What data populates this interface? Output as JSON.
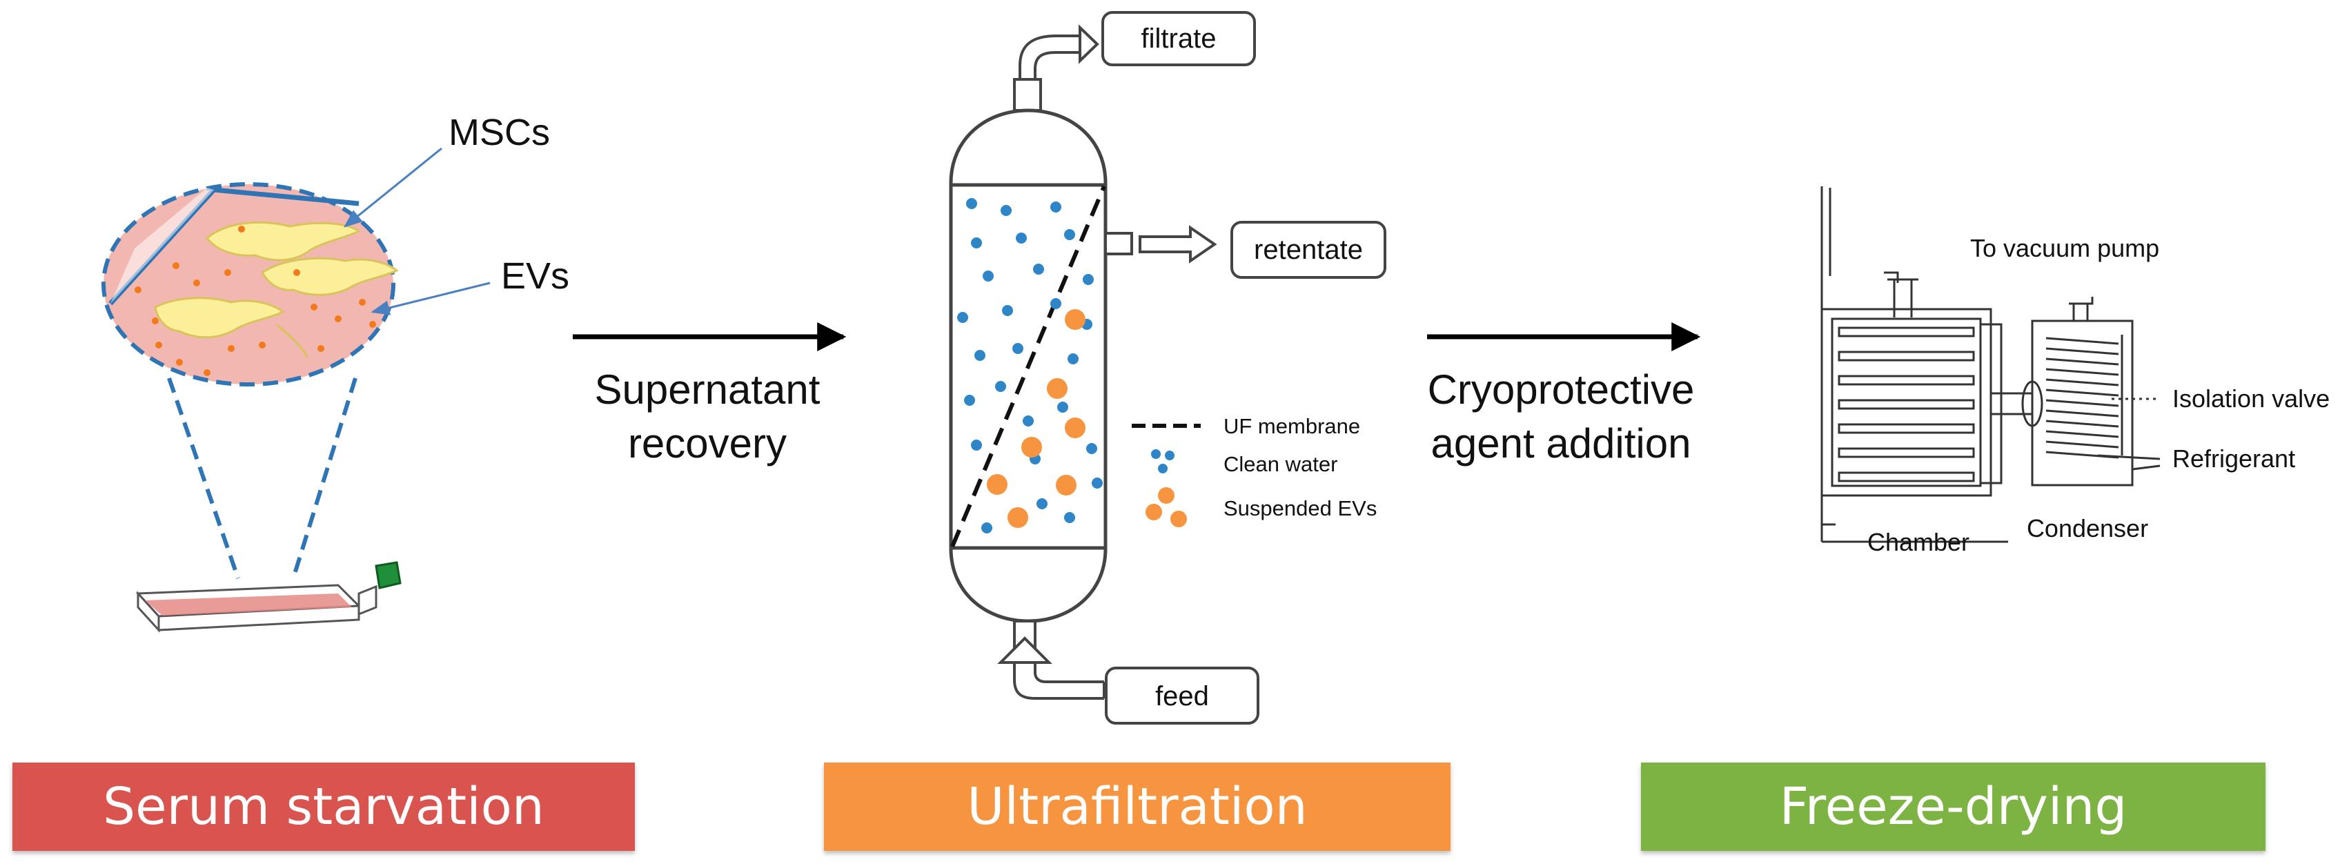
{
  "culture": {
    "msc_label": "MSCs",
    "ev_label": "EVs"
  },
  "steps": {
    "step1_line1": "Supernatant",
    "step1_line2": "recovery",
    "step2_line1": "Cryoprotective",
    "step2_line2": "agent addition"
  },
  "ultrafiltration": {
    "filtrate": "filtrate",
    "retentate": "retentate",
    "feed": "feed",
    "legend": [
      "UF membrane",
      "Clean water",
      "Suspended EVs"
    ]
  },
  "freeze_dryer": {
    "vacuum": "To vacuum pump",
    "valve": "Isolation valve",
    "refrigerant": "Refrigerant",
    "chamber": "Chamber",
    "condenser": "Condenser"
  },
  "stages": [
    {
      "label": "Serum starvation",
      "color": "#d9534f"
    },
    {
      "label": "Ultrafiltration",
      "color": "#f7943f"
    },
    {
      "label": "Freeze-drying",
      "color": "#7cb342"
    }
  ],
  "colors": {
    "water": "#2e86c9",
    "evs": "#f7943f",
    "cells": "#fbef9a",
    "dish": "#f2b7b0",
    "dashed": "#2f74b5"
  }
}
